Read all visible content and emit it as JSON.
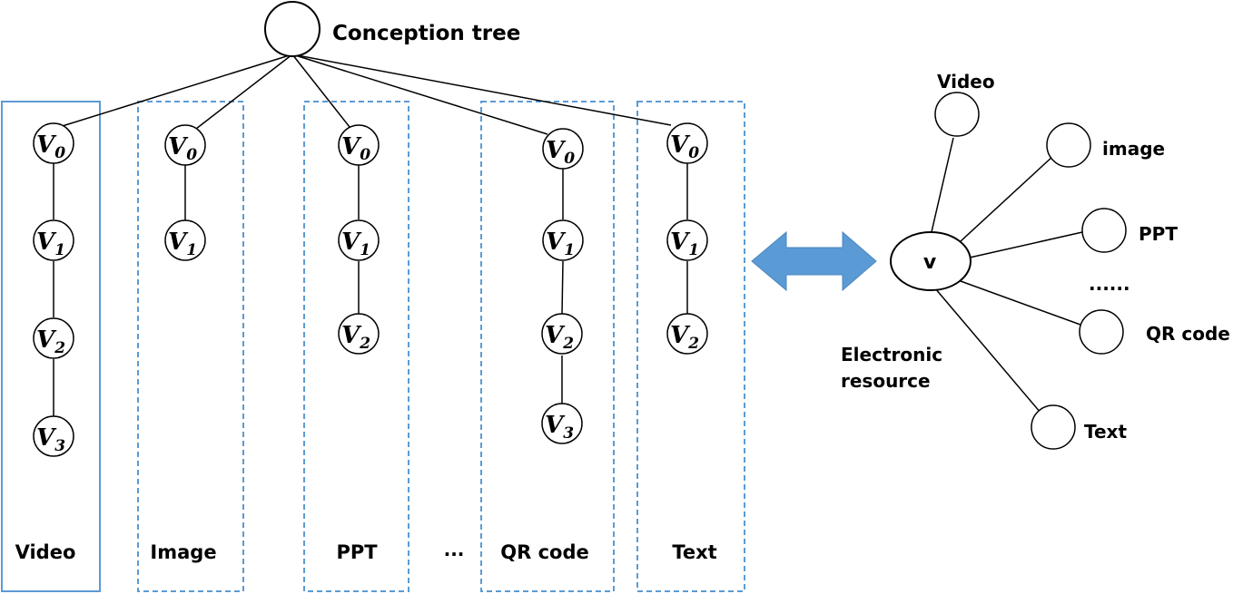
{
  "root": {
    "label": "Conception tree"
  },
  "columns": [
    {
      "label": "Video",
      "nodes": [
        "V0",
        "V1",
        "V2",
        "V3"
      ],
      "border": "solid"
    },
    {
      "label": "Image",
      "nodes": [
        "V0",
        "V1"
      ],
      "border": "dashed"
    },
    {
      "label": "PPT",
      "nodes": [
        "V0",
        "V1",
        "V2"
      ],
      "border": "dashed"
    },
    {
      "label": "QR code",
      "nodes": [
        "V0",
        "V1",
        "V2",
        "V3"
      ],
      "border": "dashed"
    },
    {
      "label": "Text",
      "nodes": [
        "V0",
        "V1",
        "V2"
      ],
      "border": "dashed"
    }
  ],
  "columns_ellipsis": "...",
  "star": {
    "center_label": "v",
    "caption_line1": "Electronic",
    "caption_line2": "resource",
    "leaves": [
      {
        "label": "Video"
      },
      {
        "label": "image"
      },
      {
        "label": "PPT"
      },
      {
        "label": "QR code"
      },
      {
        "label": "Text"
      }
    ],
    "leaves_ellipsis": "......"
  },
  "colors": {
    "box_border": "#5b9bd5",
    "arrow_fill": "#5b9bd5",
    "arrow_stroke": "#4a86c0",
    "line": "#000000"
  },
  "icons": {
    "connector": "double-headed-arrow-icon"
  }
}
